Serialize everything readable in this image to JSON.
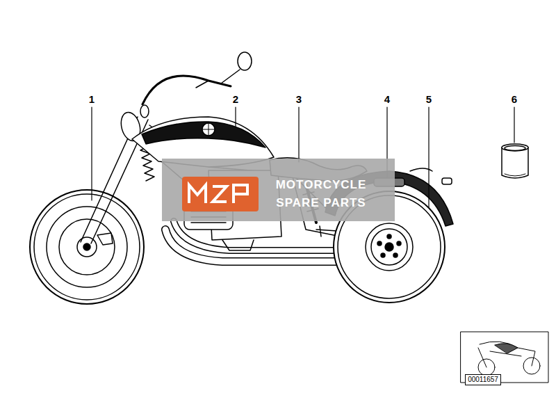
{
  "diagram": {
    "labels": [
      "1",
      "2",
      "3",
      "4",
      "5",
      "6",
      "MOTORCYCLE",
      "SPARE PARTS",
      "00011657"
    ]
  }
}
